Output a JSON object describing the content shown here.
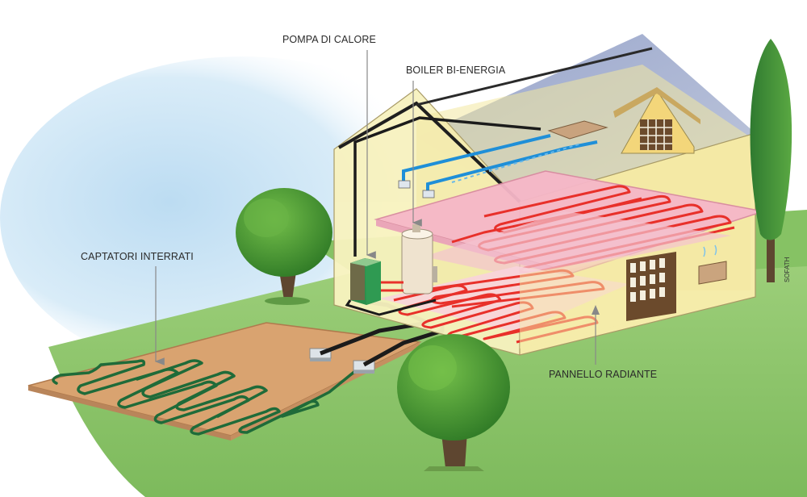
{
  "labels": {
    "heat_pump": "POMPA DI CALORE",
    "boiler": "BOILER BI-ENERGIA",
    "ground_collectors": "CAPTATORI INTERRATI",
    "radiant_panel": "PANNELLO RADIANTE"
  },
  "credit": "SOFATH",
  "colors": {
    "sky": "#cfe6f6",
    "grass": "#8cc46a",
    "soil": "#dba777",
    "house_wall": "#f7f0b2",
    "roof": "#a3aecd",
    "floor_panel": "#f6b7c8",
    "heating_pipe": "#e8302a",
    "ground_pipe": "#1f6b39",
    "duct": "#1f8fd8",
    "tree_foliage": "#4a9a32",
    "trunk": "#5e4630"
  }
}
